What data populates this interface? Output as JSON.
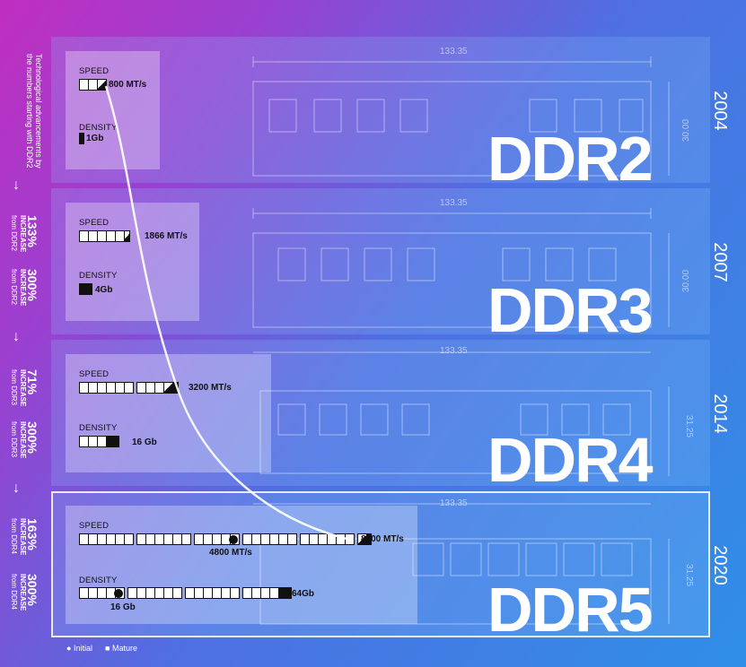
{
  "intro_text": "Technological advancements by the numbers starting with DDR2",
  "dimension_width": "133.35",
  "generations": [
    {
      "name": "DDR2",
      "year": "2004",
      "height_dim": "30.00",
      "speed_label": "SPEED",
      "speed_value": "800 MT/s",
      "density_label": "DENSITY",
      "density_value": "1Gb"
    },
    {
      "name": "DDR3",
      "year": "2007",
      "height_dim": "30.00",
      "speed_label": "SPEED",
      "speed_value": "1866 MT/s",
      "density_label": "DENSITY",
      "density_value": "4Gb",
      "speed_increase": "133%",
      "density_increase": "300%",
      "increase_word": "INCREASE",
      "from": "from DDR2"
    },
    {
      "name": "DDR4",
      "year": "2014",
      "height_dim": "31.25",
      "speed_label": "SPEED",
      "speed_value": "3200 MT/s",
      "density_label": "DENSITY",
      "density_value": "16 Gb",
      "speed_increase": "71%",
      "density_increase": "300%",
      "increase_word": "INCREASE",
      "from": "from DDR3"
    },
    {
      "name": "DDR5",
      "year": "2020",
      "height_dim": "31.25",
      "speed_label": "SPEED",
      "speed_value": "8400 MT/s",
      "speed_initial": "4800 MT/s",
      "density_label": "DENSITY",
      "density_value": "64Gb",
      "density_initial": "16 Gb",
      "speed_increase": "163%",
      "density_increase": "300%",
      "increase_word": "INCREASE",
      "from": "from DDR4"
    }
  ],
  "legend": {
    "initial": "Initial",
    "mature": "Mature"
  },
  "colors": {
    "panel": "rgba(255,255,255,0.30)",
    "accent": "#111111",
    "background_start": "#c02ec0",
    "background_end": "#2f8fe8"
  }
}
